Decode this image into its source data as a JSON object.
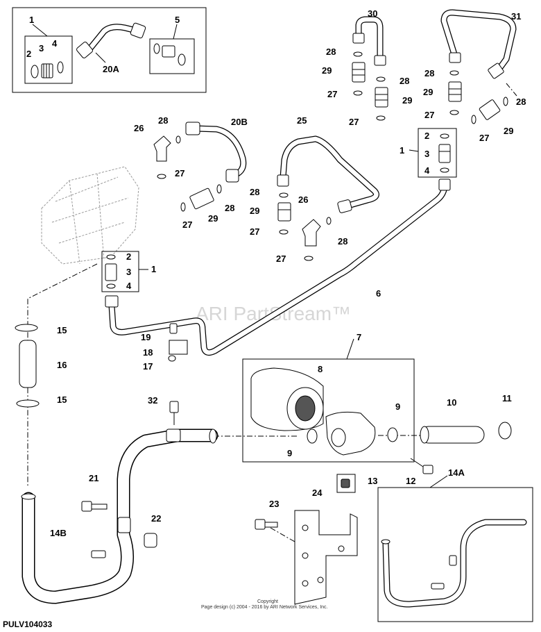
{
  "watermark": "ARI PartStream™",
  "copyright_line1": "Copyright",
  "copyright_line2": "Page design (c) 2004 - 2016 by ARI Network Services, Inc.",
  "doc_id": "PULV104033",
  "callouts": {
    "c1a": "1",
    "c2a": "2",
    "c3a": "3",
    "c4a": "4",
    "c5": "5",
    "c20a": "20A",
    "c30": "30",
    "c31": "31",
    "c28a": "28",
    "c29a": "29",
    "c27a": "27",
    "c28b": "28",
    "c29b": "29",
    "c27b": "27",
    "c28c": "28",
    "c29c": "29",
    "c27c": "27",
    "c28d": "28",
    "c29d": "29",
    "c27d": "27",
    "c1b": "1",
    "c2b": "2",
    "c3b": "3",
    "c4b": "4",
    "c26a": "26",
    "c28e": "28",
    "c27e": "27",
    "c20b": "20B",
    "c27f": "27",
    "c29e": "29",
    "c28f": "28",
    "c25": "25",
    "c28g": "28",
    "c29f": "29",
    "c27g": "27",
    "c26b": "26",
    "c28h": "28",
    "c27h": "27",
    "c2c": "2",
    "c3c": "3",
    "c4c": "4",
    "c1c": "1",
    "c6": "6",
    "c15a": "15",
    "c16": "16",
    "c15b": "15",
    "c19": "19",
    "c18": "18",
    "c17": "17",
    "c7": "7",
    "c8": "8",
    "c9a": "9",
    "c9b": "9",
    "c10": "10",
    "c11": "11",
    "c32": "32",
    "c21": "21",
    "c22": "22",
    "c14b": "14B",
    "c23": "23",
    "c24": "24",
    "c13": "13",
    "c12": "12",
    "c14a": "14A"
  }
}
